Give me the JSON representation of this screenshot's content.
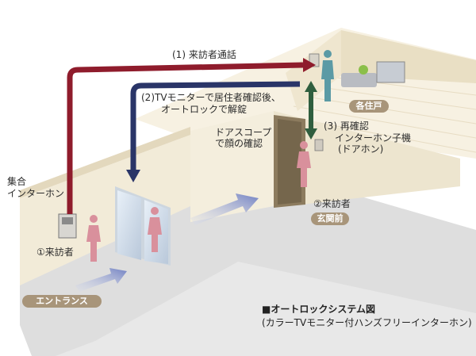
{
  "steps": {
    "step1_call": "(1) 来訪者通話",
    "step2_confirm_line1": "(2)TVモニターで居住者確認後、",
    "step2_confirm_line2": "オートロックで解錠",
    "step3_line1": "(3) 再確認",
    "step3_line2": "インターホン子機",
    "step3_line3": "(ドアホン)"
  },
  "labels": {
    "scope_line1": "ドアスコープ",
    "scope_line2": "で顔の確認",
    "intercom_line1": "集合",
    "intercom_line2": "インターホン",
    "visitor_entrance": "①来訪者",
    "visitor_door": "②来訪者"
  },
  "badges": {
    "entrance": "エントランス",
    "front_door": "玄関前",
    "unit": "各住戸"
  },
  "caption": {
    "line1": "■オートロックシステム図",
    "line2": "(カラーTVモニター付ハンズフリーインターホン)"
  },
  "colors": {
    "arrow_red": "#8f1c2c",
    "arrow_navy": "#2a3568",
    "arrow_green": "#2f5e3e",
    "wall": "#f1ead7",
    "floor": "#d9d9d9",
    "badge": "#a8957a"
  }
}
